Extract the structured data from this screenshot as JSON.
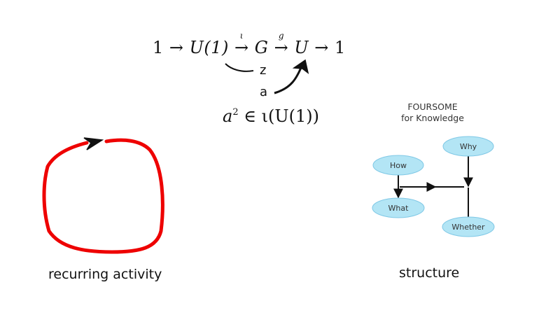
{
  "equation": {
    "one_left": "1",
    "arrow1": "→",
    "u1": "U(1)",
    "iota_label": "ι",
    "group": "G",
    "g_label": "g",
    "u": "U",
    "arrow_last": "→",
    "one_right": "1"
  },
  "labels": {
    "z": "z",
    "a": "a"
  },
  "condition": {
    "a": "a",
    "exp": "2",
    "rest": " ∈ ι(U(1))"
  },
  "captions": {
    "left": "recurring activity",
    "right": "structure"
  },
  "foursome": {
    "title_line1": "FOURSOME",
    "title_line2": "for Knowledge",
    "nodes": {
      "how": "How",
      "what": "What",
      "why": "Why",
      "whether": "Whether"
    },
    "node_fill": "#b3e5f5",
    "node_stroke": "#7fc8e6"
  },
  "colors": {
    "loop": "#ee0000",
    "ink": "#111111"
  }
}
